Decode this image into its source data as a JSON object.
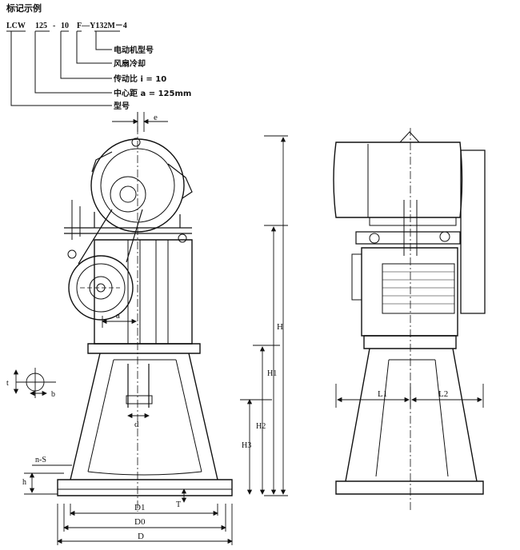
{
  "legend": {
    "title": "标记示例",
    "code_parts": [
      "LCW",
      "125",
      "-",
      "10",
      "F—Y132M－4"
    ],
    "lines": [
      {
        "label": "电动机型号"
      },
      {
        "label": "风扇冷却"
      },
      {
        "label": "传动比 i = 10"
      },
      {
        "label": "中心距 a = 125mm"
      },
      {
        "label": "型号"
      }
    ]
  },
  "dimensions": {
    "e": "e",
    "a": "a",
    "t": "t",
    "b": "b",
    "d": "d",
    "H": "H",
    "H1": "H1",
    "H2": "H2",
    "H3": "H3",
    "nS": "n-S",
    "h": "h",
    "T": "T",
    "D1": "D1",
    "D0": "D0",
    "D": "D",
    "L1": "L1",
    "L2": "L2"
  }
}
